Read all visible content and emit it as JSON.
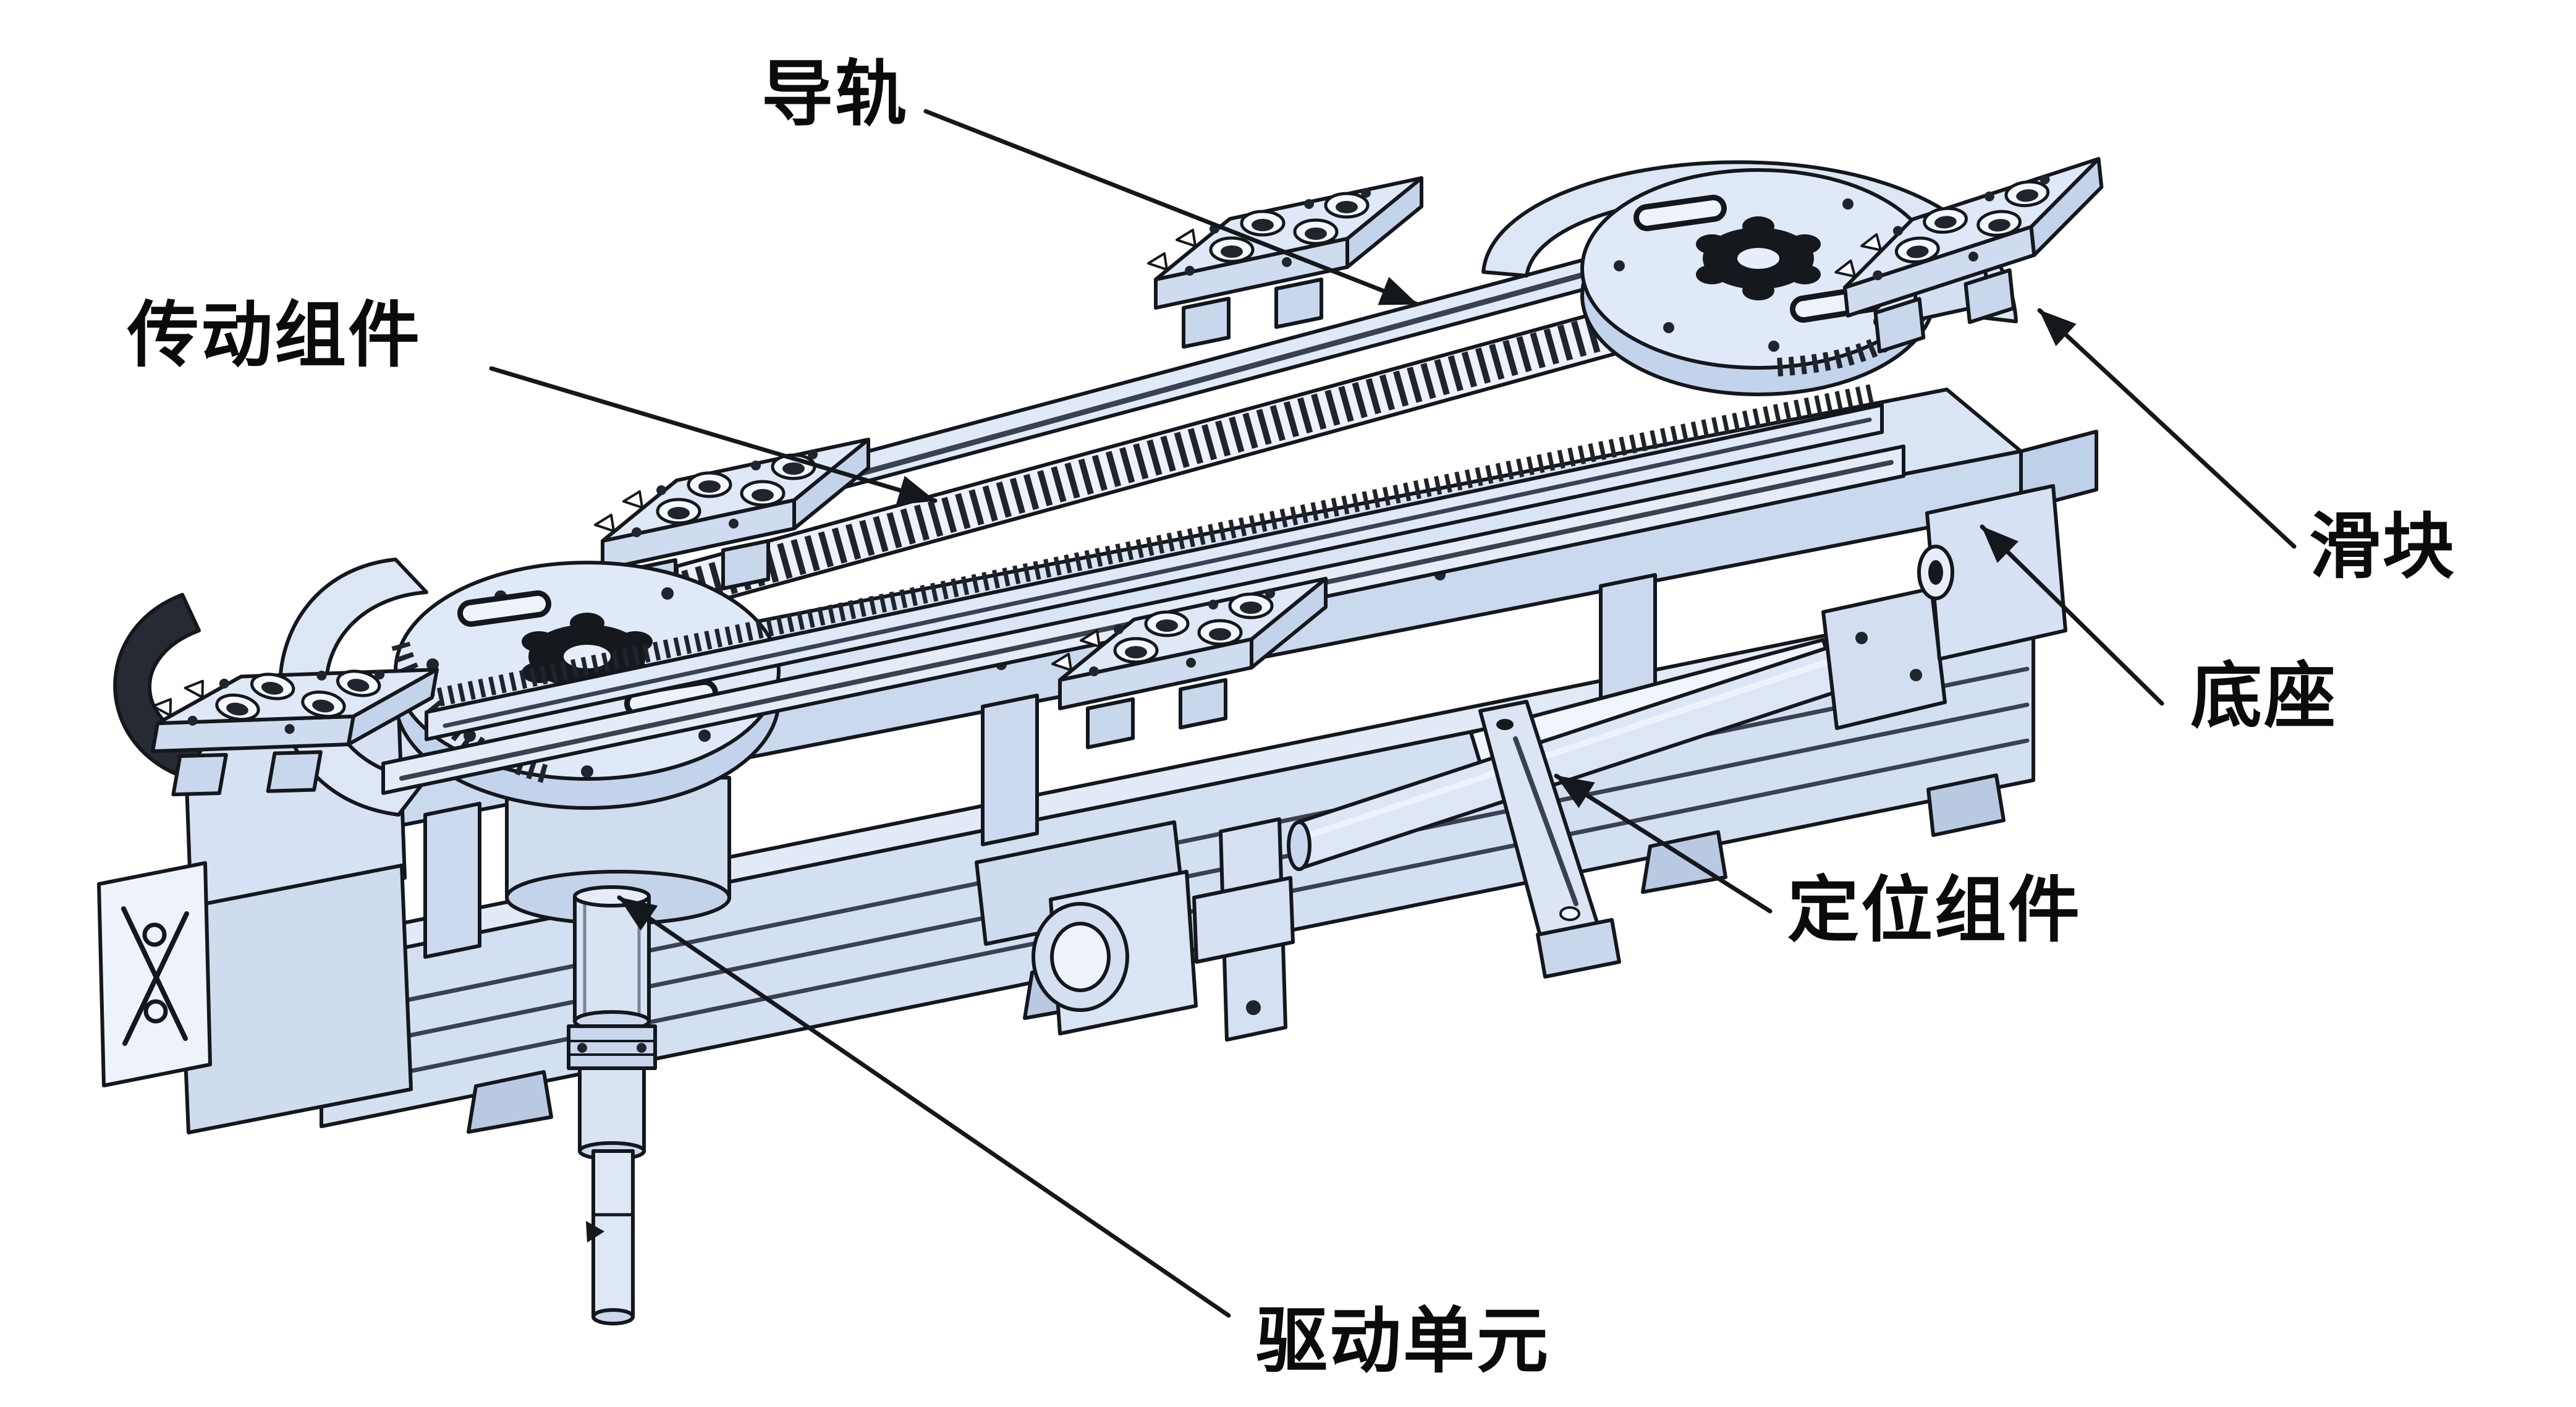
{
  "diagram": {
    "background_color": "#ffffff",
    "line_color": "#14171c",
    "body_fill": "#dce7f5",
    "labels": [
      {
        "id": "guide-rail",
        "text": "导轨"
      },
      {
        "id": "transmission-assembly",
        "text": "传动组件"
      },
      {
        "id": "slider",
        "text": "滑块"
      },
      {
        "id": "base",
        "text": "底座"
      },
      {
        "id": "positioning-assembly",
        "text": "定位组件"
      },
      {
        "id": "drive-unit",
        "text": "驱动单元"
      }
    ]
  }
}
